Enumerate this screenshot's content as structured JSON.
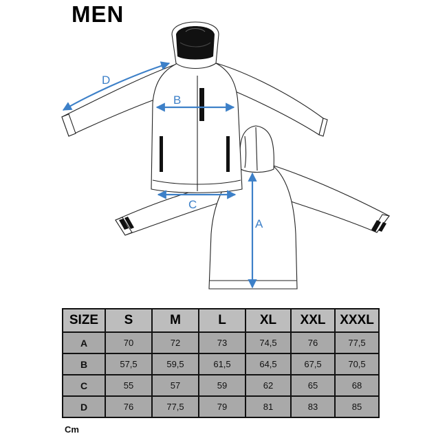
{
  "heading": "MEN",
  "measure_labels": {
    "a": "A",
    "b": "B",
    "c": "C",
    "d": "D"
  },
  "table": {
    "header": [
      "SIZE",
      "S",
      "M",
      "L",
      "XL",
      "XXL",
      "XXXL"
    ],
    "rows": [
      {
        "label": "A",
        "values": [
          "70",
          "72",
          "73",
          "74,5",
          "76",
          "77,5"
        ]
      },
      {
        "label": "B",
        "values": [
          "57,5",
          "59,5",
          "61,5",
          "64,5",
          "67,5",
          "70,5"
        ]
      },
      {
        "label": "C",
        "values": [
          "55",
          "57",
          "59",
          "62",
          "65",
          "68"
        ]
      },
      {
        "label": "D",
        "values": [
          "76",
          "77,5",
          "79",
          "81",
          "83",
          "85"
        ]
      }
    ]
  },
  "unit": "Cm",
  "colors": {
    "arrow": "#3d80c8",
    "table_bg": "#a9a9a9",
    "table_header_bg": "#bdbdbd"
  }
}
